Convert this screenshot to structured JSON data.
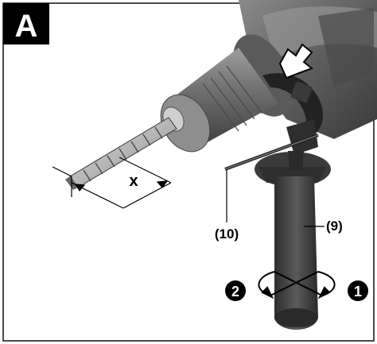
{
  "figure": {
    "panel_letter": "A",
    "dimension_label": "x",
    "callout_handle": "(9)",
    "callout_depth_stop": "(10)",
    "step_tighten": "1",
    "step_loosen": "2"
  },
  "colors": {
    "tool_dark": "#3a3a3a",
    "tool_mid": "#7a7a7a",
    "tool_light": "#bdbdbd",
    "frame": "#000000",
    "badge_bg": "#000000",
    "badge_text": "#ffffff"
  }
}
